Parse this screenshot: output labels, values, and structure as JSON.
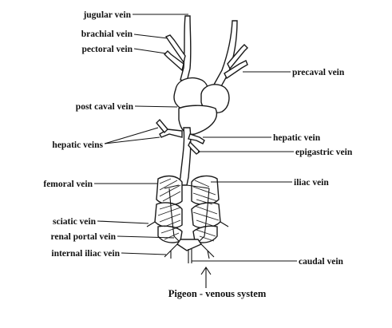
{
  "diagram": {
    "caption": "Pigeon - venous system",
    "labels": {
      "jugular": "jugular vein",
      "brachial": "brachial vein",
      "pectoral": "pectoral vein",
      "precaval": "precaval vein",
      "postcaval": "post caval vein",
      "hepatic_vein": "hepatic vein",
      "hepatic_veins": "hepatic veins",
      "epigastric": "epigastric vein",
      "femoral": "femoral vein",
      "iliac": "iliac vein",
      "sciatic": "sciatic vein",
      "renal_portal": "renal portal vein",
      "internal_iliac": "internal iliac vein",
      "caudal": "caudal vein"
    }
  }
}
